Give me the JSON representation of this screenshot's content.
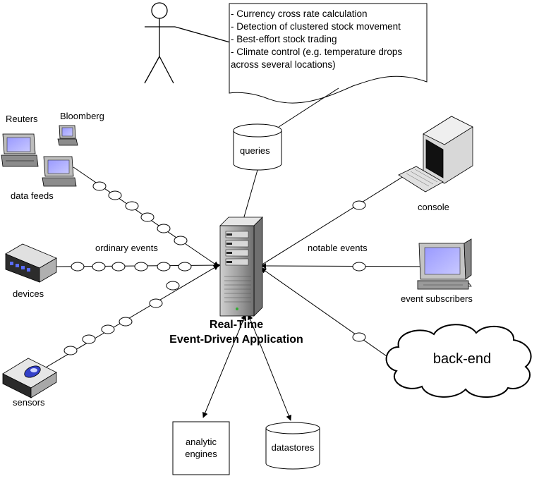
{
  "use_cases": [
    "- Currency cross rate calculation",
    "- Detection of clustered stock movement",
    "- Best-effort stock trading",
    "- Climate control (e.g. temperature drops",
    "across several locations)"
  ],
  "labels": {
    "queries": "queries",
    "reuters": "Reuters",
    "bloomberg": "Bloomberg",
    "data_feeds": "data feeds",
    "devices": "devices",
    "sensors": "sensors",
    "ordinary_events": "ordinary events",
    "notable_events": "notable events",
    "console": "console",
    "event_subscribers": "event subscribers",
    "backend": "back-end",
    "analytic_engines_1": "analytic",
    "analytic_engines_2": "engines",
    "datastores": "datastores",
    "app_title_1": "Real-Time",
    "app_title_2": "Event-Driven Application"
  }
}
